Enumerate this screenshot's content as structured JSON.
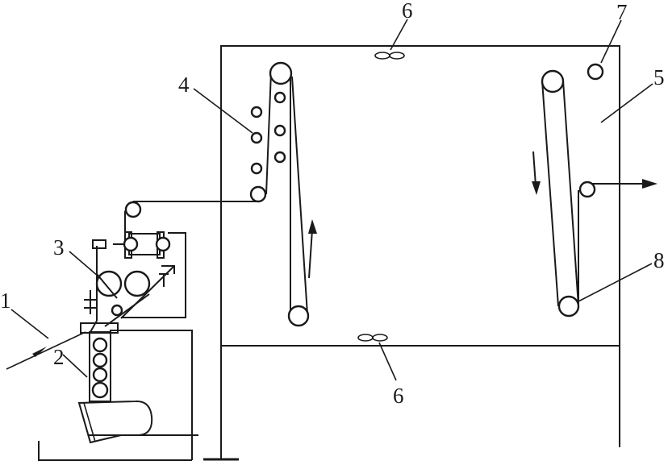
{
  "labels": {
    "l1": "1",
    "l2": "2",
    "l3": "3",
    "l4": "4",
    "l5": "5",
    "l6_top": "6",
    "l6_bottom": "6",
    "l7": "7",
    "l8": "8"
  }
}
